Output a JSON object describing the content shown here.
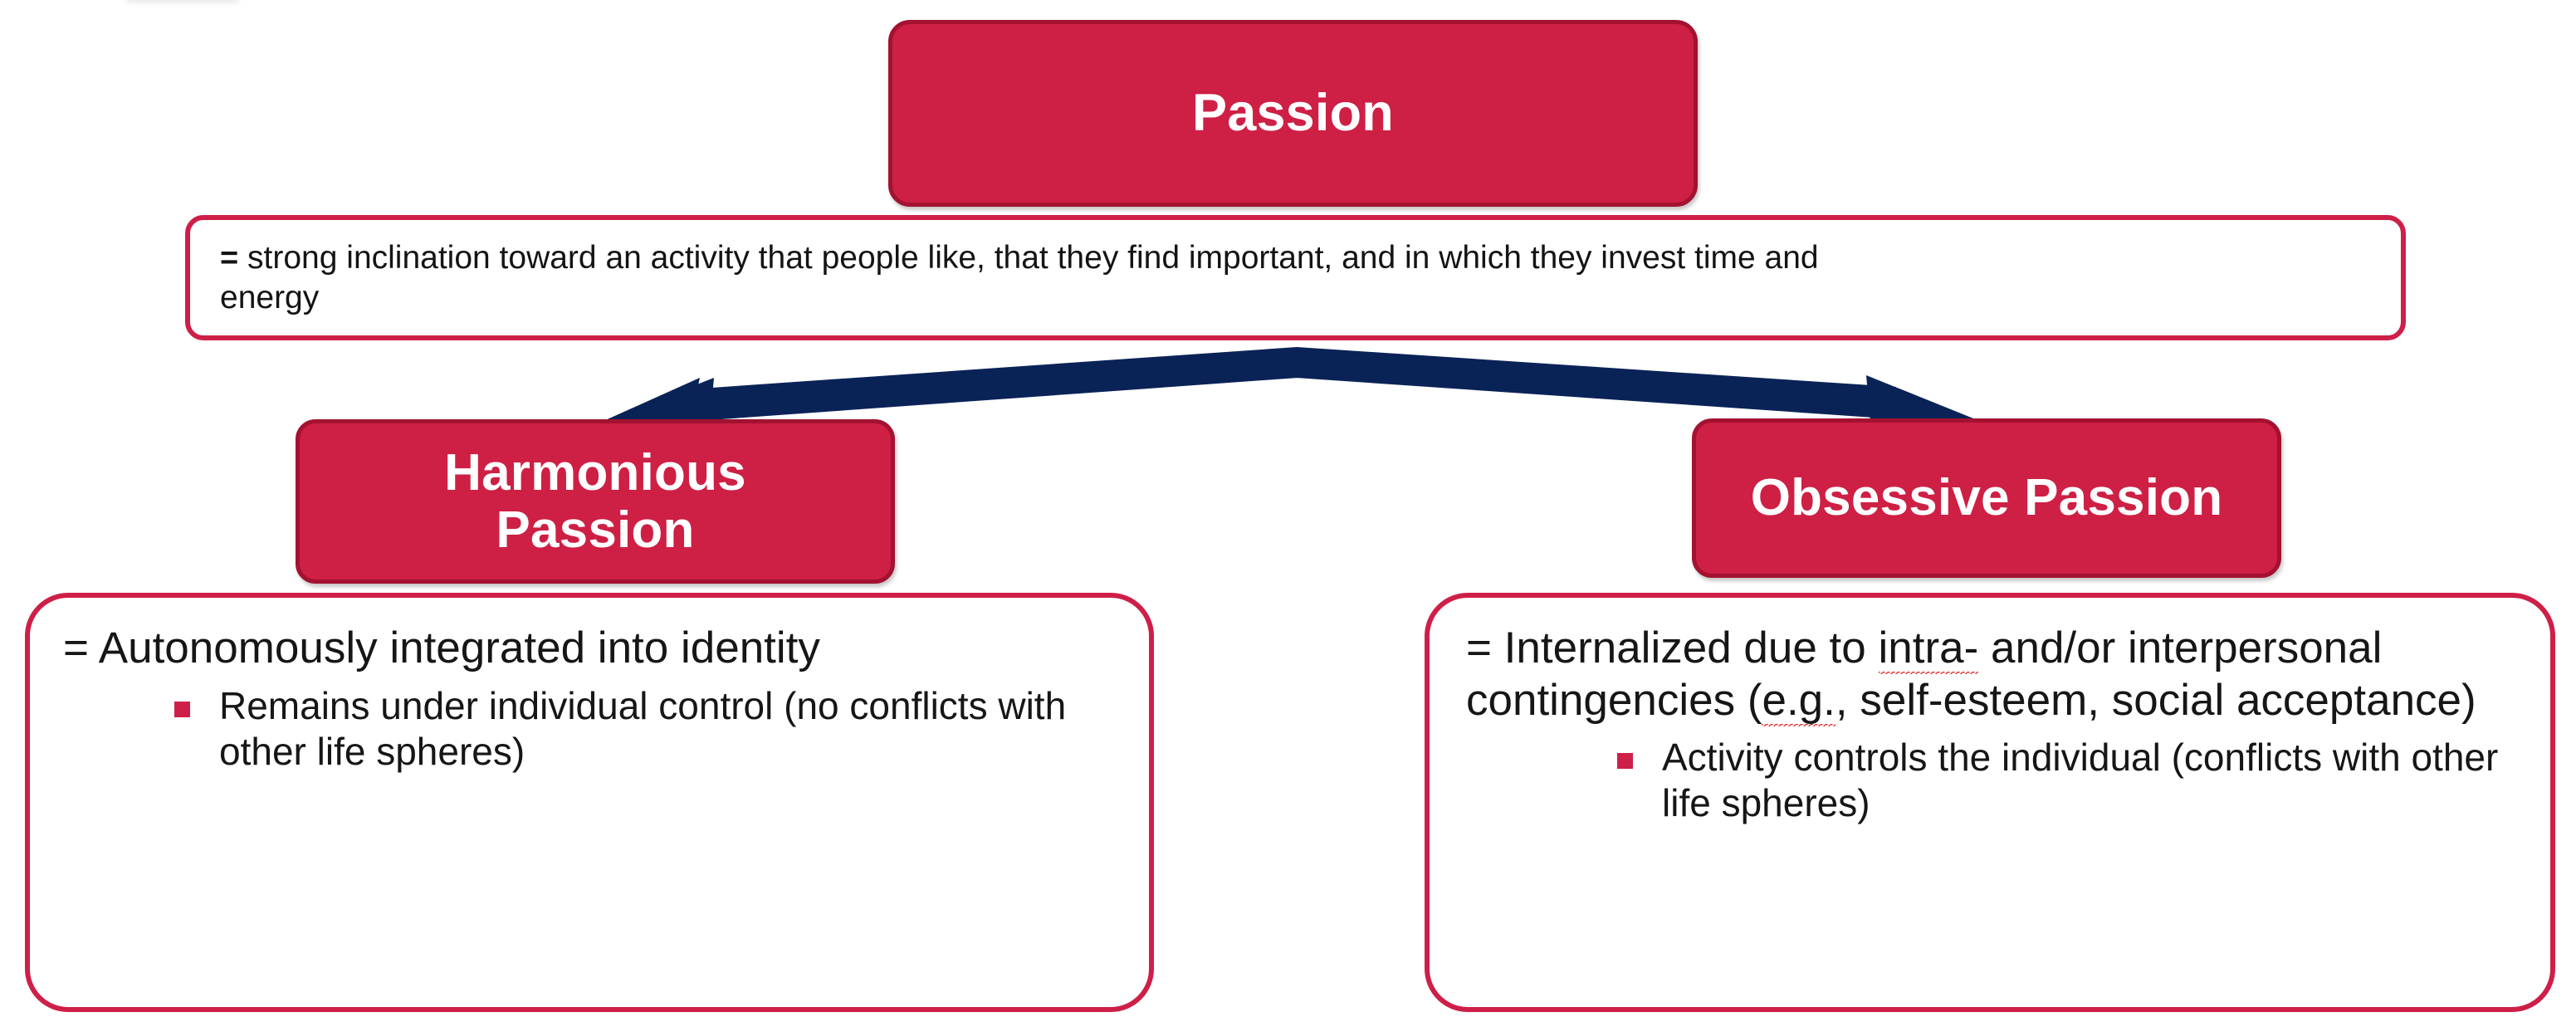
{
  "slide": {
    "title": "Passion",
    "background_color": "#ffffff"
  },
  "colors": {
    "accent_fill": "#ce1f45",
    "accent_fill_border": "#a31230",
    "outline_border": "#ce1f48",
    "arrow": "#0a2357",
    "bullet": "#ce1f48",
    "body_text": "#161616",
    "node_text": "#ffffff"
  },
  "nodes": {
    "root": {
      "label": "Passion"
    },
    "left": {
      "label": "Harmonious Passion",
      "label_line1": "Harmonious",
      "label_line2": "Passion"
    },
    "right": {
      "label": "Obsessive Passion"
    }
  },
  "definitions": {
    "root": {
      "equals_sign": "=",
      "line1": "strong inclination toward an activity that people like, that they find important, and in which they invest time and",
      "line2": "energy",
      "full_text": "= strong inclination toward an activity that people like, that they find important, and in which they invest time and energy"
    },
    "left": {
      "lead": "= Autonomously integrated into identity",
      "bullets": [
        "Remains under individual control (no conflicts with other life spheres)"
      ]
    },
    "right": {
      "lead_part1": "= Internalized due to ",
      "lead_misspelled1": "intra-",
      "lead_part2": " and/or interpersonal contingencies (",
      "lead_misspelled2": "e.g.",
      "lead_part3": ", self-esteem, social acceptance)",
      "lead_full": "= Internalized due to intra- and/or interpersonal contingencies (e.g., self-esteem, social acceptance)",
      "bullets": [
        "Activity controls the individual (conflicts with other life spheres)"
      ]
    }
  },
  "connectors": [
    {
      "name": "arrow-to-harmonious",
      "from": "Passion",
      "to": "Harmonious Passion",
      "direction": "down-left"
    },
    {
      "name": "arrow-to-obsessive",
      "from": "Passion",
      "to": "Obsessive Passion",
      "direction": "down-right"
    }
  ]
}
